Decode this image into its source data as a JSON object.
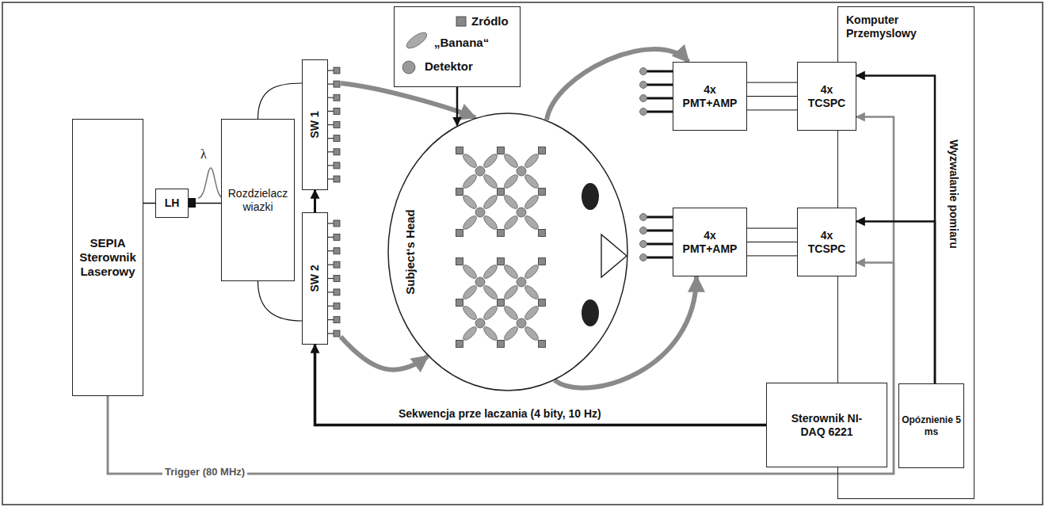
{
  "diagram": {
    "nodes": [
      {
        "text": [
          "SEPIA Sterownik Laserowy"
        ]
      },
      {
        "text": [
          "LH"
        ]
      },
      {
        "text": [
          "Rozdzielacz wiazki"
        ]
      },
      {
        "text": [
          "SW 1"
        ]
      },
      {
        "text": [
          "SW 2"
        ]
      },
      {
        "text": [
          "Zródlo",
          "„Banana“",
          "Detektor"
        ]
      },
      {
        "text": [
          "Subject‘s Head"
        ]
      },
      {
        "text": [
          "4x PMT+AMP"
        ]
      },
      {
        "text": [
          "4x TCSPC"
        ]
      },
      {
        "text": [
          "4x PMT+AMP"
        ]
      },
      {
        "text": [
          "4x TCSPC"
        ]
      },
      {
        "text": [
          "Komputer Przemyslowy"
        ]
      },
      {
        "text": [
          "Sterownik NI-DAQ 6221"
        ]
      },
      {
        "text": [
          "Opóznienie 5 ms"
        ],
        "in": 11
      }
    ],
    "edges": [
      {
        "from": 0,
        "to": 1,
        "arrow": "none"
      },
      {
        "from": 1,
        "to": 2,
        "arrow": "none"
      },
      {
        "from": 2,
        "to": 3,
        "arrow": "none"
      },
      {
        "from": 2,
        "to": 4,
        "arrow": "none"
      },
      {
        "from": 4,
        "to": 3,
        "arrow": "to"
      },
      {
        "from": 3,
        "to": 6,
        "arrow": "to"
      },
      {
        "from": 4,
        "to": 6,
        "arrow": "to"
      },
      {
        "from": 5,
        "to": 6,
        "arrow": "to"
      },
      {
        "from": 6,
        "to": 7,
        "arrow": "to"
      },
      {
        "from": 6,
        "to": 9,
        "arrow": "to"
      },
      {
        "from": 7,
        "to": 8,
        "arrow": "none"
      },
      {
        "from": 9,
        "to": 10,
        "arrow": "none"
      },
      {
        "from": 0,
        "to": 8,
        "label": "Trigger (80 MHz)",
        "arrow": "to"
      },
      {
        "from": 0,
        "to": 10,
        "arrow": "to"
      },
      {
        "from": 12,
        "to": 4,
        "label": "Sekwencja prze laczania (4 bity, 10 Hz)",
        "arrow": "to"
      },
      {
        "from": 13,
        "to": 8,
        "label": "Wyzwalanie pomiaru",
        "arrow": "to"
      },
      {
        "from": 13,
        "to": 10,
        "arrow": "to"
      }
    ],
    "labels": [
      "λ"
    ]
  }
}
